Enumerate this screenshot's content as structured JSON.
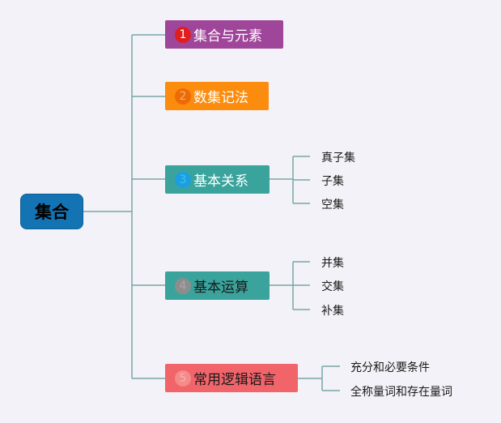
{
  "root": {
    "label": "集合"
  },
  "colors": {
    "line": "#7aa6a6",
    "root_bg": "#1474b3"
  },
  "branches": [
    {
      "number": "1",
      "label": "集合与元素",
      "bg": "#a0469a",
      "badge": "#e21d1d",
      "children": []
    },
    {
      "number": "2",
      "label": "数集记法",
      "bg": "#fb8c0e",
      "badge": "#ee6a06",
      "children": []
    },
    {
      "number": "3",
      "label": "基本关系",
      "bg": "#3aa39c",
      "badge": "#1b9fe0",
      "children": [
        "真子集",
        "子集",
        "空集"
      ]
    },
    {
      "number": "4",
      "label": "基本运算",
      "bg": "#3aa39c",
      "badge": "#8d8d8d",
      "children": [
        "并集",
        "交集",
        "补集"
      ]
    },
    {
      "number": "5",
      "label": "常用逻辑语言",
      "bg": "#f0646a",
      "badge": "#f58a8a",
      "children": [
        "充分和必要条件",
        "全称量词和存在量词"
      ]
    }
  ]
}
